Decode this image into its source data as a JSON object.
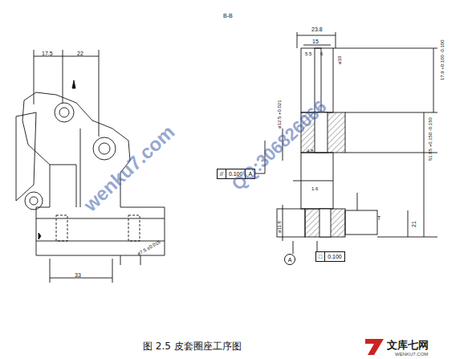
{
  "diagram": {
    "caption": "图 2.5  皮套圈座工序图",
    "nodes": [
      {
        "text": [
          "//",
          "0.100",
          "A"
        ]
      },
      {
        "text": [
          "A"
        ]
      },
      {
        "text": [
          "□",
          "0.100"
        ]
      }
    ],
    "labels": [
      "17.5",
      "22",
      "33",
      "ø7.5 ±0.015",
      "23.8",
      "15",
      "5.5",
      "6",
      "ø10",
      "ø12.5 +0.021",
      "4.8",
      "1.6",
      "ø11.8",
      "T",
      "17.9 +0.100 -0.100",
      "51.85 +0.150 -0.150",
      "21",
      "B-B",
      "wenku7.com",
      "QQ:306826066",
      "文库七网",
      "WENKU7.COM"
    ]
  }
}
